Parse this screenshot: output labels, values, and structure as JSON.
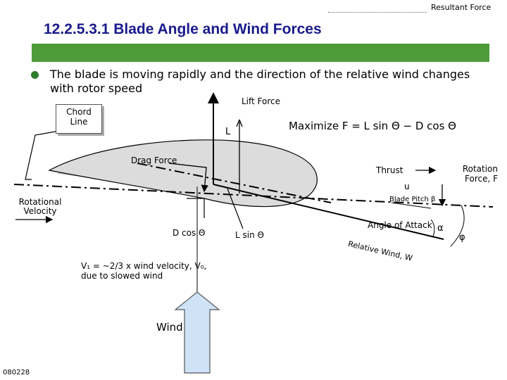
{
  "header": {
    "title": "Resultant Force"
  },
  "slide": {
    "title": "12.2.5.3.1 Blade Angle and Wind Forces",
    "bullet": "The blade is moving rapidly and the direction of the relative wind changes with rotor speed",
    "footer_code": "080228"
  },
  "labels": {
    "lift_force": "Lift Force",
    "chord_line": "Chord Line",
    "L": "L",
    "equation": "Maximize F = L sin Θ − D cos Θ",
    "drag_force": "Drag Force",
    "thrust": "Thrust",
    "rotation_force": "Rotation Force, F",
    "u": "u",
    "rotational_velocity": "Rotational Velocity",
    "blade_pitch": "Blade Pitch β",
    "d_cos": "D cos Θ",
    "l_sin": "L sin Θ",
    "angle_of_attack": "Angle of Attack",
    "alpha": "α",
    "phi": "φ",
    "relative_wind": "Relative Wind, W",
    "v1_note_line1": "V₁ = ~2/3 x wind velocity, V₀,",
    "v1_note_line2": "due to slowed wind",
    "wind": "Wind"
  },
  "colors": {
    "title": "#1a1a8c",
    "banner": "#4e9b3c",
    "bullet": "#2f7d2a",
    "airfoil": "#d9d9d9",
    "wind_arrow": "#cfe3f7"
  }
}
